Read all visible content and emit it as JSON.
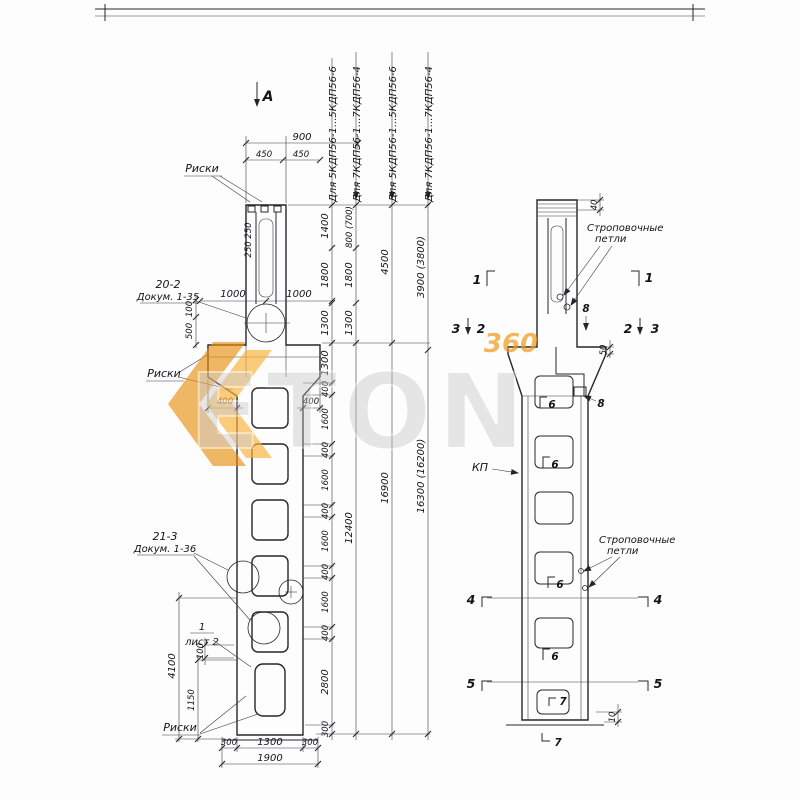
{
  "watermark": {
    "brand": "ETON",
    "badge": "360",
    "accent_color": "#f09a1c",
    "text_color": "#c2c2c2"
  },
  "labels": {
    "view_arrow": "А",
    "riski": "Риски",
    "doc1_code": "20-2",
    "doc1_ref": "Докум. 1-35",
    "doc2_code": "21-3",
    "doc2_ref": "Докум. 1-36",
    "sheet_top": "1",
    "sheet_bottom": "лист 2",
    "kp": "КП",
    "sling1": "Строповочные",
    "sling2": "петли"
  },
  "series": {
    "kdp5": "Для 5КДП56-1...5КДП56-6",
    "kdp7": "Для 7КДП56-1...7КДП56-4"
  },
  "dims": {
    "d900": "900",
    "d450": "450",
    "d250": "250 250",
    "d1400": "1400",
    "d800": "800 (700)",
    "d1800": "1800",
    "d4500": "4500",
    "d3900": "3900 (3800)",
    "d1300": "1300",
    "d400": "400",
    "d1600": "1600",
    "d2800": "2800",
    "d300": "300",
    "d100": "100",
    "d500": "500",
    "d1000": "1000",
    "d12400": "12400",
    "d16900": "16900",
    "d16300": "16300 (16200)",
    "d4100": "4100",
    "d1150": "1150",
    "d1900": "1900",
    "d40": "40",
    "d50": "50",
    "d10": "10"
  },
  "marks": {
    "m1": "1",
    "m2": "2",
    "m3": "3",
    "m4": "4",
    "m5": "5",
    "m6": "6",
    "m7": "7",
    "m8": "8"
  }
}
